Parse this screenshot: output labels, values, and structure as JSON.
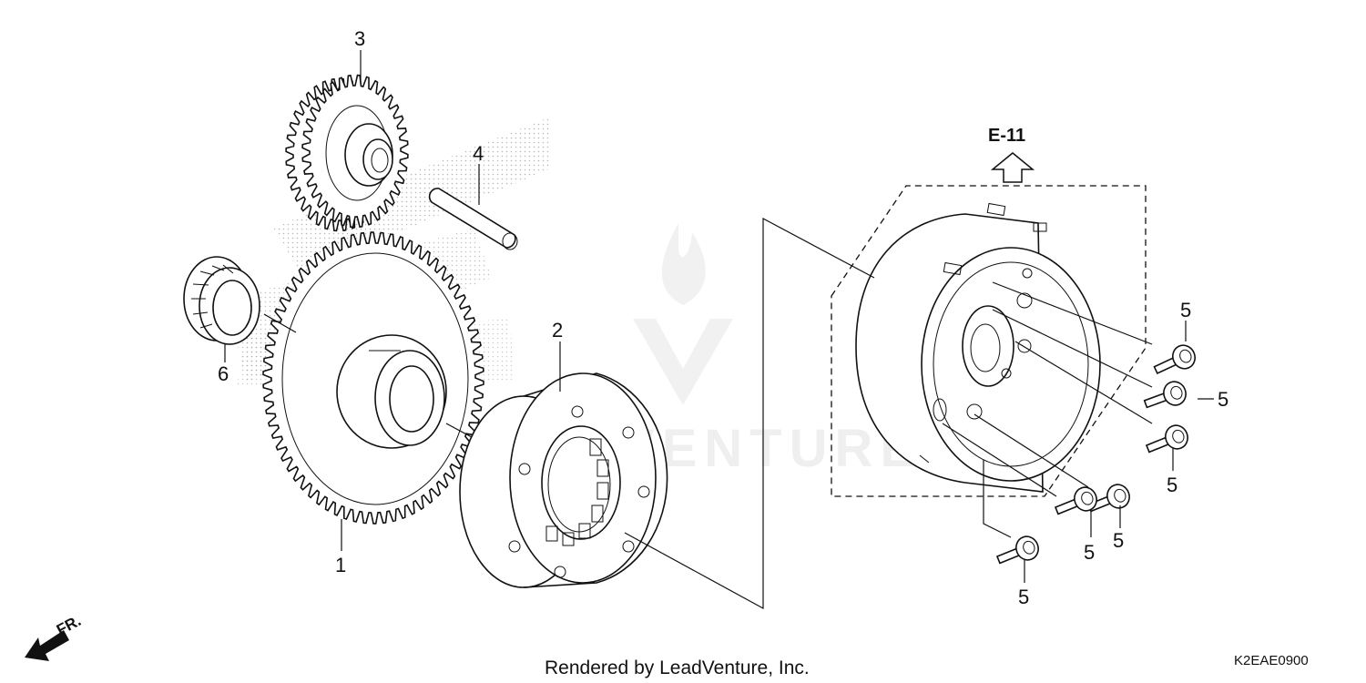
{
  "diagram": {
    "callouts": {
      "part_1": "1",
      "part_2": "2",
      "part_3": "3",
      "part_4": "4",
      "part_5_a": "5",
      "part_5_b": "5",
      "part_5_c": "5",
      "part_5_d": "5",
      "part_5_e": "5",
      "part_5_f": "5",
      "part_6": "6"
    },
    "section_reference": "E-11",
    "front_indicator": "FR.",
    "watermark": "LEADVENTURE",
    "footer_credit": "Rendered by LeadVenture, Inc.",
    "diagram_code": "K2EAE0900"
  },
  "colors": {
    "line": "#111111",
    "watermark": "#efefef",
    "background": "#ffffff"
  }
}
